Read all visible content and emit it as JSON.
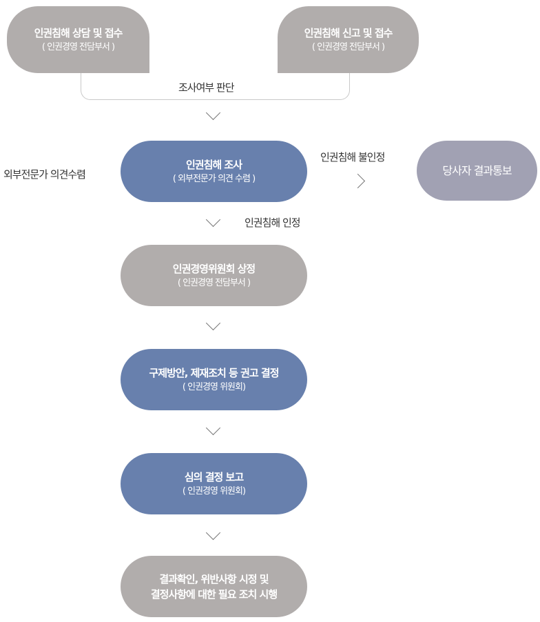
{
  "top_left": {
    "title": "인권침해 상담 및 접수",
    "sub": "( 인권경영 전담부서 )"
  },
  "top_right": {
    "title": "인권침해 신고 및 접수",
    "sub": "( 인권경영 전담부서 )"
  },
  "merge_label": "조사여부 판단",
  "investigation": {
    "title": "인권침해 조사",
    "sub": "( 외부전문가 의견 수렴 )"
  },
  "side_left_label": "외부전문가 의견수렴",
  "not_recognized_label": "인권침해 불인정",
  "notify": {
    "title": "당사자 결과통보"
  },
  "recognized_label": "인권침해 인정",
  "committee": {
    "title": "인권경영위원회 상정",
    "sub": "( 인권경영 전담부서 )"
  },
  "remedy": {
    "title": "구제방안, 제재조치 등 권고 결정",
    "sub": "( 인권경영 위원회)"
  },
  "report": {
    "title": "심의 결정 보고",
    "sub": "( 인권경영 위원회)"
  },
  "final": {
    "line1": "결과확인, 위반사항 시정 및",
    "line2": "결정사항에 대한 필요 조치 시행"
  },
  "colors": {
    "gray": "#b1adac",
    "blue": "#6880ad",
    "lavender": "#a1a1b3"
  }
}
